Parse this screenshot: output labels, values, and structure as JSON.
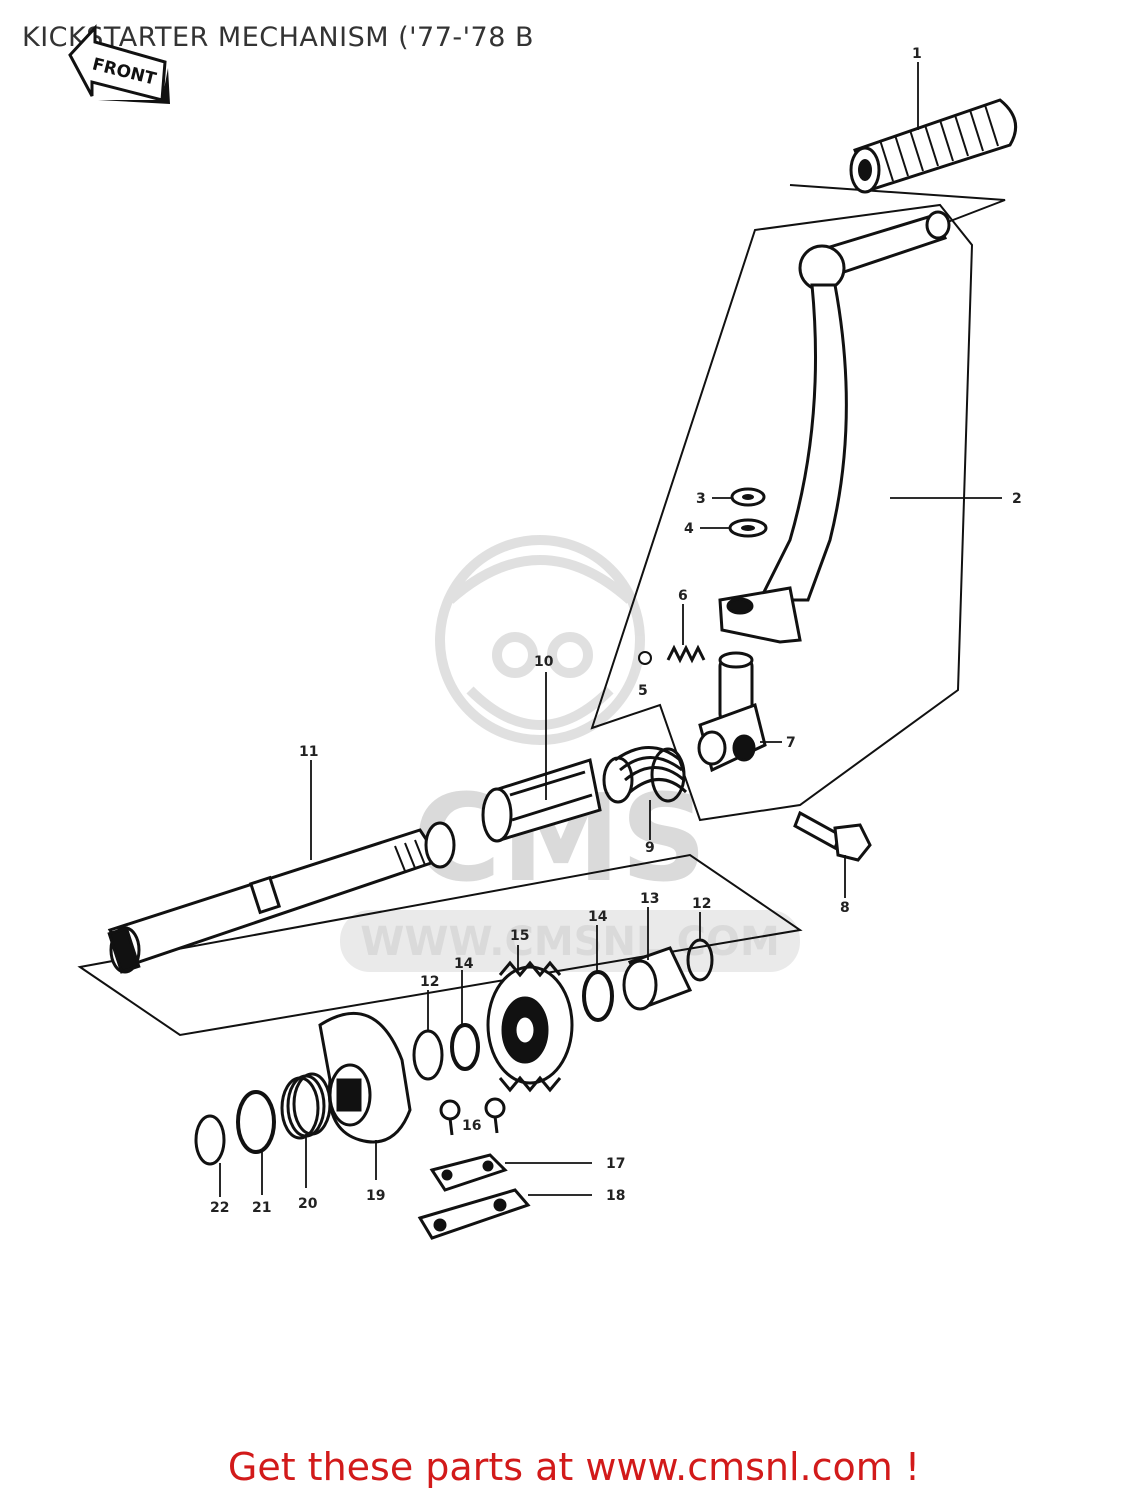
{
  "title": "KICKSTARTER MECHANISM ('77-'78 B",
  "front_arrow_label": "FRONT",
  "watermark": {
    "brand": "CMS",
    "url": "WWW.CMSNL.COM"
  },
  "callouts": [
    {
      "id": "c1",
      "text": "1"
    },
    {
      "id": "c2",
      "text": "2"
    },
    {
      "id": "c3",
      "text": "3"
    },
    {
      "id": "c4",
      "text": "4"
    },
    {
      "id": "c5",
      "text": "5"
    },
    {
      "id": "c6",
      "text": "6"
    },
    {
      "id": "c7",
      "text": "7"
    },
    {
      "id": "c8",
      "text": "8"
    },
    {
      "id": "c9",
      "text": "9"
    },
    {
      "id": "c10",
      "text": "10"
    },
    {
      "id": "c11",
      "text": "11"
    },
    {
      "id": "c12a",
      "text": "12"
    },
    {
      "id": "c12b",
      "text": "12"
    },
    {
      "id": "c13",
      "text": "13"
    },
    {
      "id": "c14a",
      "text": "14"
    },
    {
      "id": "c14b",
      "text": "14"
    },
    {
      "id": "c15",
      "text": "15"
    },
    {
      "id": "c16",
      "text": "16"
    },
    {
      "id": "c17",
      "text": "17"
    },
    {
      "id": "c18",
      "text": "18"
    },
    {
      "id": "c19",
      "text": "19"
    },
    {
      "id": "c20",
      "text": "20"
    },
    {
      "id": "c21",
      "text": "21"
    },
    {
      "id": "c22",
      "text": "22"
    }
  ],
  "footer_text": "Get these parts at www.cmsnl.com !"
}
